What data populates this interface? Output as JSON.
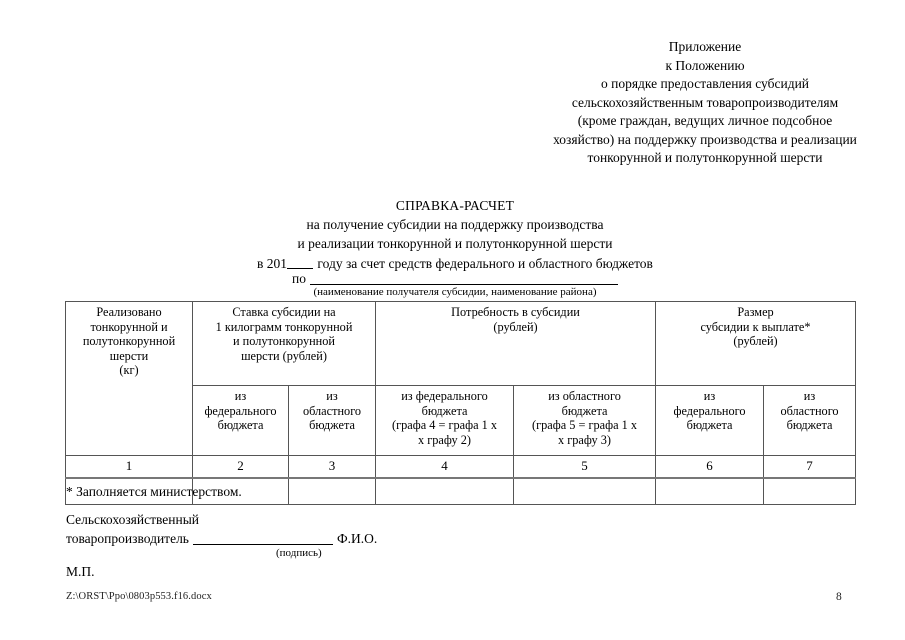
{
  "document": {
    "appendix_block": [
      "Приложение",
      "к Положению",
      "о порядке предоставления субсидий",
      "сельскохозяйственным товаропроизводителям",
      "(кроме граждан, ведущих личное подсобное",
      "хозяйство) на поддержку производства и реализации",
      "тонкорунной и полутонкорунной шерсти"
    ],
    "title": {
      "heading": "СПРАВКА-РАСЧЕТ",
      "line1": "на получение субсидии на поддержку производства",
      "line2": "и реализации тонкорунной и полутонкорунной шерсти",
      "year_prefix": "в 201",
      "year_suffix": "году за счет средств федерального и областного бюджетов",
      "po_label": "по",
      "po_caption": "(наименование получателя субсидии, наименование района)"
    },
    "table": {
      "group_headers": [
        "Реализовано\nтонкорунной и\nполутонкорунной\nшерсти\n(кг)",
        "Ставка субсидии на\n1  килограмм тонкорунной\nи полутонкорунной\nшерсти (рублей)",
        "Потребность в субсидии\n(рублей)",
        "Размер\nсубсидии к выплате*\n(рублей)"
      ],
      "group1_title_lines": [
        "Реализовано",
        "тонкорунной и",
        "полутонкорунной",
        "шерсти",
        "(кг)"
      ],
      "group2_title_lines": [
        "Ставка субсидии на",
        "1  килограмм тонкорунной",
        "и полутонкорунной",
        "шерсти (рублей)"
      ],
      "group3_title_lines": [
        "Потребность в субсидии",
        "(рублей)"
      ],
      "group4_title_lines": [
        "Размер",
        "субсидии к выплате*",
        "(рублей)"
      ],
      "sub_headers": [
        {
          "lines": [
            "из",
            "федерального",
            "бюджета"
          ]
        },
        {
          "lines": [
            "из",
            "областного",
            "бюджета"
          ]
        },
        {
          "lines": [
            "из федерального",
            "бюджета",
            "(графа 4 = графа 1 х",
            "х графу 2)"
          ]
        },
        {
          "lines": [
            "из областного",
            "бюджета",
            "(графа 5 = графа 1 х",
            "х графу 3)"
          ]
        },
        {
          "lines": [
            "из",
            "федерального",
            "бюджета"
          ]
        },
        {
          "lines": [
            "из",
            "областного",
            "бюджета"
          ]
        }
      ],
      "column_numbers": [
        "1",
        "2",
        "3",
        "4",
        "5",
        "6",
        "7"
      ],
      "data_rows": [
        [
          "",
          "",
          "",
          "",
          "",
          "",
          ""
        ]
      ]
    },
    "footer": {
      "note_star": "* Заполняется министерством.",
      "producer_line1": "Сельскохозяйственный",
      "producer_line2": "товаропроизводитель",
      "producer_fio": "Ф.И.О.",
      "signature_caption": "(подпись)",
      "stamp": "М.П."
    },
    "page_footer": {
      "file_path": "Z:\\ORST\\Ppo\\0803p553.f16.docx",
      "page_number": "8"
    }
  }
}
